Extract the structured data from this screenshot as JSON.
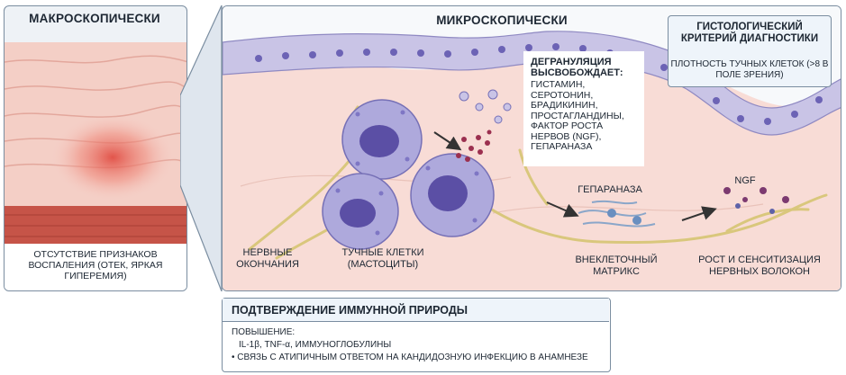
{
  "macro": {
    "title": "МАКРОСКОПИЧЕСКИ",
    "caption": "ОТСУТСТВИЕ ПРИЗНАКОВ ВОСПАЛЕНИЯ (ОТЕК, ЯРКАЯ ГИПЕРЕМИЯ)"
  },
  "micro": {
    "title": "МИКРОСКОПИЧЕСКИ",
    "histo_title": "ГИСТОЛОГИЧЕСКИЙ КРИТЕРИЙ ДИАГНОСТИКИ",
    "histo_text": "ПЛОТНОСТЬ ТУЧНЫХ КЛЕТОК (>8 В ПОЛЕ ЗРЕНИЯ)",
    "degran_title": "ДЕГРАНУЛЯЦИЯ ВЫСВОБОЖДАЕТ:",
    "degran_items": [
      "ГИСТАМИН,",
      "СЕРОТОНИН,",
      "БРАДИКИНИН,",
      "ПРОСТАГЛАНДИНЫ,",
      "ФАКТОР РОСТА",
      "НЕРВОВ (NGF),",
      "ГЕПАРАНАЗА"
    ],
    "label_nerve_endings": "НЕРВНЫЕ ОКОНЧАНИЯ",
    "label_mast_cells": "ТУЧНЫЕ КЛЕТКИ (МАСТОЦИТЫ)",
    "label_heparanase": "ГЕПАРАНАЗА",
    "label_ngf": "NGF",
    "label_matrix": "ВНЕКЛЕТОЧНЫЙ МАТРИКС",
    "label_growth": "РОСТ И СЕНСИТИЗАЦИЯ НЕРВНЫХ ВОЛОКОН"
  },
  "immune": {
    "title": "ПОДТВЕРЖДЕНИЕ ИММУННОЙ ПРИРОДЫ",
    "increase_label": "ПОВЫШЕНИЕ:",
    "markers": "IL-1β, TNF-α, ИММУНОГЛОБУЛИНЫ",
    "bullet": "• СВЯЗЬ С АТИПИЧНЫМ ОТВЕТОМ НА КАНДИДОЗНУЮ ИНФЕКЦИЮ В АНАМНЕЗЕ"
  },
  "colors": {
    "border": "#7a8da0",
    "tissue_pink": "#f4c9c3",
    "epithelium": "#c9c4e6",
    "mast_cell": "#aea9dc",
    "nucleus": "#5b4fa5",
    "granule": "#9b2f4f",
    "nerve": "#d9c77c",
    "inflamed_red": "#e0473d",
    "muscle_red": "#c65448"
  },
  "icons": [
    "tissue-section",
    "epithelium",
    "mast-cell",
    "nerve-fiber",
    "extracellular-matrix",
    "arrow"
  ]
}
